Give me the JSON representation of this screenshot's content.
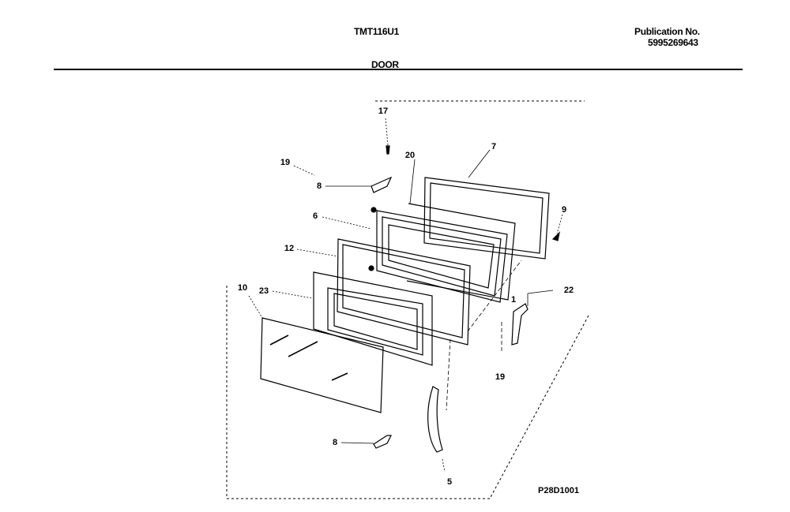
{
  "header": {
    "model": "TMT116U1",
    "publication_label": "Publication No.",
    "publication_number": "5995269643",
    "section": "DOOR"
  },
  "diagram": {
    "figure_id": "P28D1001",
    "callouts": [
      "17",
      "19",
      "8",
      "20",
      "7",
      "6",
      "9",
      "12",
      "23",
      "10",
      "22",
      "1",
      "19",
      "8",
      "5"
    ]
  }
}
